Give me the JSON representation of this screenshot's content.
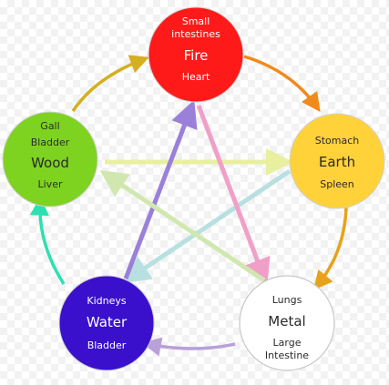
{
  "elements": {
    "fire": {
      "top": "Small intestines",
      "top_l1": "Small",
      "top_l2": "intestines",
      "name": "Fire",
      "bottom": "Heart",
      "color": "#ff1a1a"
    },
    "earth": {
      "top": "Stomach",
      "name": "Earth",
      "bottom": "Spleen",
      "color": "#ffd23a"
    },
    "metal": {
      "top": "Lungs",
      "name": "Metal",
      "bottom": "Large Intestine",
      "bottom_l1": "Large",
      "bottom_l2": "Intestine",
      "color": "#ffffff"
    },
    "water": {
      "top": "Kidneys",
      "name": "Water",
      "bottom": "Bladder",
      "color": "#3a10cc"
    },
    "wood": {
      "top": "Gall Bladder",
      "top_l1": "Gall",
      "top_l2": "Bladder",
      "name": "Wood",
      "bottom": "Liver",
      "color": "#7ed321"
    }
  },
  "arrow_colors": {
    "wood_to_fire": "#d4b020",
    "fire_to_earth": "#f08a1a",
    "earth_to_metal": "#e8a21a",
    "metal_to_water": "#b8a0d8",
    "water_to_wood": "#2ee0b0",
    "wood_to_earth": "#e8f0a0",
    "earth_to_water": "#b8e0e0",
    "water_to_fire": "#9a80d8",
    "fire_to_metal": "#f0a0c8",
    "metal_to_wood": "#d0e8b0"
  }
}
